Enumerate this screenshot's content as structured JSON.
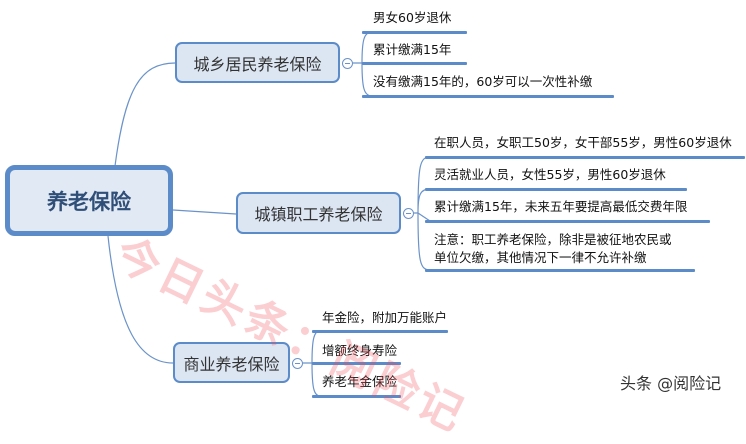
{
  "root": {
    "label": "养老保险"
  },
  "branches": [
    {
      "label": "城乡居民养老保险",
      "leaves": [
        "男女60岁退休",
        "累计缴满15年",
        "没有缴满15年的，60岁可以一次性补缴"
      ]
    },
    {
      "label": "城镇职工养老保险",
      "leaves": [
        "在职人员，女职工50岁，女干部55岁，男性60岁退休",
        "灵活就业人员，女性55岁，男性60岁退休",
        "累计缴满15年，未来五年要提高最低交费年限",
        "注意：职工养老保险，除非是被征地农民或",
        "单位欠缴，其他情况下一律不允许补缴"
      ]
    },
    {
      "label": "商业养老保险",
      "leaves": [
        "年金险，附加万能账户",
        "增额终身寿险",
        "养老年金保险"
      ]
    }
  ],
  "watermark": "今日头条：阅险记",
  "footer": "头条 @阅险记",
  "colors": {
    "node_border": "#5b8bc9",
    "node_fill": "#dce6f3",
    "watermark": "#f0505a"
  }
}
